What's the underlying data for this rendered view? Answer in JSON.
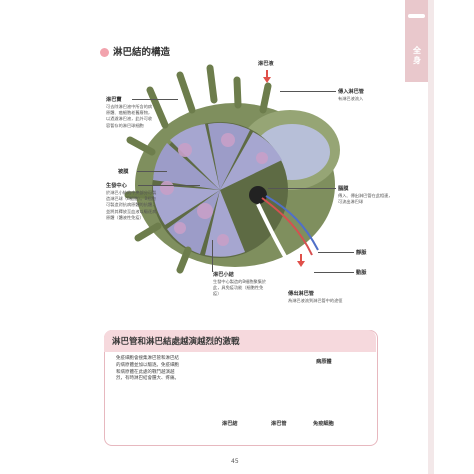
{
  "side_tab": {
    "label": "全身"
  },
  "section": {
    "title": "淋巴結的構造"
  },
  "labels": {
    "lymph_fluid": "淋巴液",
    "afferent_vessel": {
      "name": "傳入淋巴管",
      "desc": "有淋巴液流入"
    },
    "lymph_node_capsule": {
      "name": "淋巴竇",
      "desc": "可去除淋巴液中所含的病原體、癌細胞老舊廢物，以過濾淋巴液，此外可收容暫存的淋巴球細胞"
    },
    "septum": {
      "name": "被膜"
    },
    "germinal_center": {
      "name": "生發中心",
      "desc": "於淋巴小結的中央部分可製造淋巴球（B細胞）。B細胞可製造對抗病原體的抗體，並將其釋放至血液以驅逐病原體（體液性免疫）"
    },
    "hilum": {
      "name": "腦膜",
      "desc": "傳入、傳出淋巴管在此相連，可流出淋巴球"
    },
    "vein": {
      "name": "靜脈"
    },
    "artery": {
      "name": "動脈"
    },
    "lymph_nodule": {
      "name": "淋巴小結",
      "desc": "生發中心製造的B細胞聚集於此，具免疫功能（細胞性免疫）"
    },
    "efferent_vessel": {
      "name": "傳出淋巴管",
      "desc": "為淋巴液流到淋巴管中的途徑"
    }
  },
  "panel": {
    "title": "淋巴管和淋巴結處越演越烈的激戰",
    "desc": "免疫細胞會搜集淋巴管和淋巴結的病原體並加以驅逐。免疫細胞和病原體在此處的戰鬥越演越烈，有時淋巴結會腫大、疼痛。",
    "labels": {
      "pathogen": "病原體",
      "lymph_node": "淋巴結",
      "lymph_vessel": "淋巴管",
      "immune_cell": "免疫細胞"
    }
  },
  "page_number": "45",
  "colors": {
    "accent_pink": "#f2a3ad",
    "tab_pink": "#e9c8cc",
    "arrow_red": "#e0504a",
    "tissue_green": "#8c9c6c",
    "lobule_purple": "#9c9cc8"
  }
}
